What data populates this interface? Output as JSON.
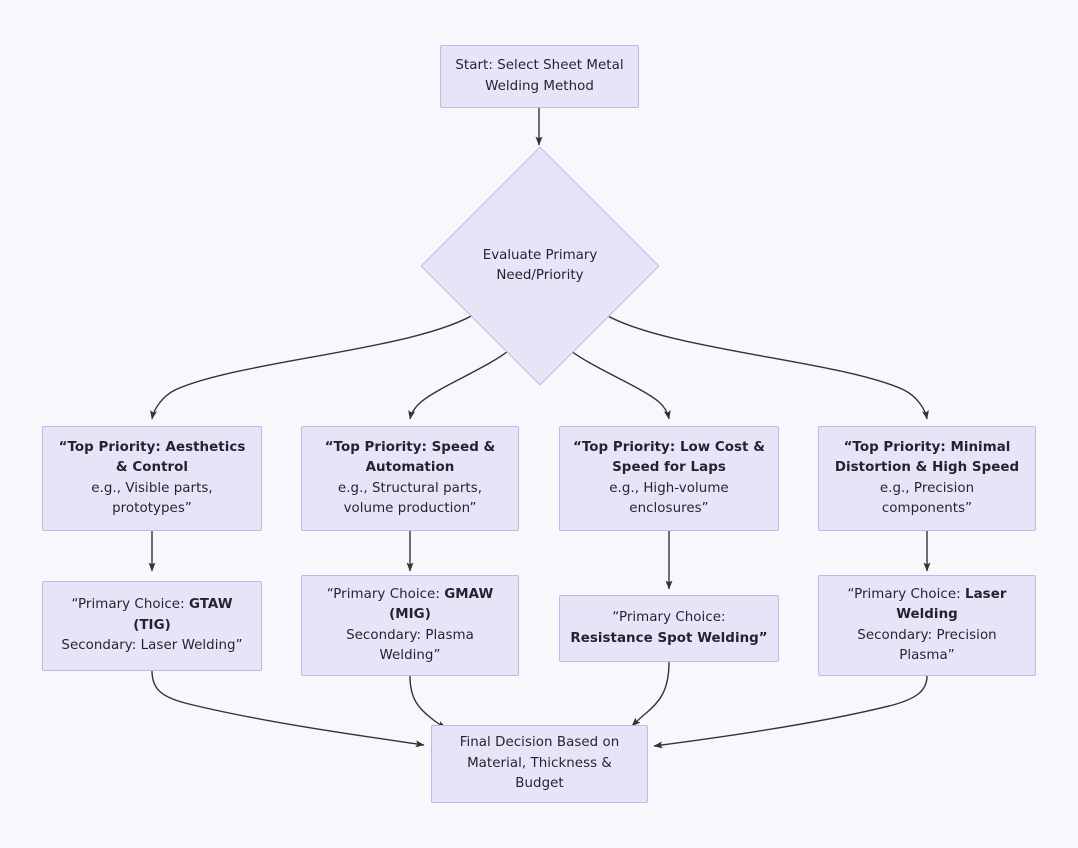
{
  "diagram": {
    "type": "flowchart",
    "title": "Sheet Metal Welding Method Decision Flowchart",
    "background_color": "#f7f8fc",
    "node_fill_color": "#e8e4f8",
    "node_border_color": "#c6b5e8",
    "edge_color": "#333333",
    "text_color": "#1f2430"
  },
  "nodes": {
    "start": {
      "shape": "rectangle",
      "line1": "Start: Select Sheet Metal",
      "line2": "Welding Method"
    },
    "decision": {
      "shape": "diamond",
      "line1": "Evaluate Primary",
      "line2": "Need/Priority"
    },
    "priority_aesthetics": {
      "shape": "rectangle",
      "line1": "“Top Priority: Aesthetics",
      "line2": "& Control",
      "line3": "e.g., Visible parts,",
      "line4": "prototypes”"
    },
    "priority_speed": {
      "shape": "rectangle",
      "line1": "“Top Priority: Speed &",
      "line2": "Automation",
      "line3": "e.g., Structural parts,",
      "line4": "volume production”"
    },
    "priority_lowcost": {
      "shape": "rectangle",
      "line1": "“Top Priority: Low Cost &",
      "line2": "Speed for Laps",
      "line3": "e.g., High-volume",
      "line4": "enclosures”"
    },
    "priority_distortion": {
      "shape": "rectangle",
      "line1": "“Top Priority: Minimal",
      "line2": "Distortion & High Speed",
      "line3": "e.g., Precision",
      "line4": "components”"
    },
    "choice_gtaw": {
      "shape": "rectangle",
      "prefix": "“Primary Choice: ",
      "bold1": "GTAW",
      "bold2": "(TIG)",
      "line3": "Secondary: Laser Welding”"
    },
    "choice_gmaw": {
      "shape": "rectangle",
      "prefix": "“Primary Choice: ",
      "bold1": "GMAW",
      "bold2": "(MIG)",
      "line3": "Secondary: Plasma",
      "line4": "Welding”"
    },
    "choice_spot": {
      "shape": "rectangle",
      "line1": "“Primary Choice:",
      "bold1": "Resistance Spot Welding”"
    },
    "choice_laser": {
      "shape": "rectangle",
      "prefix": "“Primary Choice: ",
      "bold1": "Laser",
      "bold2": "Welding",
      "line3": "Secondary: Precision",
      "line4": "Plasma”"
    },
    "final": {
      "shape": "rectangle",
      "line1": "Final Decision Based on",
      "line2": "Material, Thickness &",
      "line3": "Budget"
    }
  },
  "edges": [
    {
      "from": "start",
      "to": "decision"
    },
    {
      "from": "decision",
      "to": "priority_aesthetics"
    },
    {
      "from": "decision",
      "to": "priority_speed"
    },
    {
      "from": "decision",
      "to": "priority_lowcost"
    },
    {
      "from": "decision",
      "to": "priority_distortion"
    },
    {
      "from": "priority_aesthetics",
      "to": "choice_gtaw"
    },
    {
      "from": "priority_speed",
      "to": "choice_gmaw"
    },
    {
      "from": "priority_lowcost",
      "to": "choice_spot"
    },
    {
      "from": "priority_distortion",
      "to": "choice_laser"
    },
    {
      "from": "choice_gtaw",
      "to": "final"
    },
    {
      "from": "choice_gmaw",
      "to": "final"
    },
    {
      "from": "choice_spot",
      "to": "final"
    },
    {
      "from": "choice_laser",
      "to": "final"
    }
  ]
}
